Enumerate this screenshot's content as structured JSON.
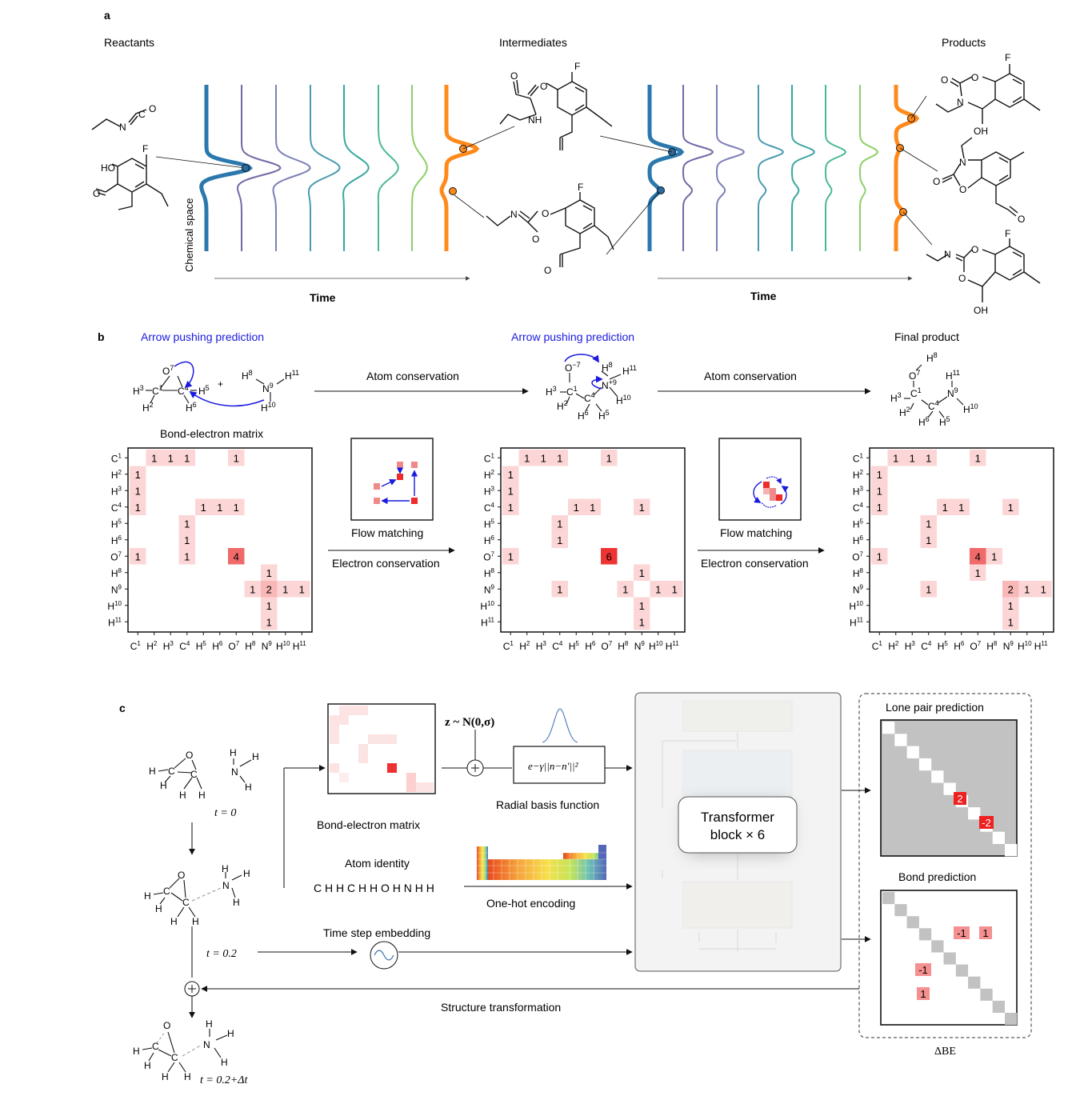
{
  "panel_a": {
    "label": "a",
    "reactants": "Reactants",
    "intermediates": "Intermediates",
    "products": "Products",
    "chemical_space": "Chemical space",
    "time_left": "Time",
    "time_right": "Time",
    "atoms": {
      "F": "F",
      "HO": "HO",
      "O": "O",
      "N": "N",
      "C": "C",
      "NH": "NH",
      "OH": "OH"
    }
  },
  "panel_b": {
    "label": "b",
    "arrow_pushing_left": "Arrow pushing prediction",
    "arrow_pushing_right": "Arrow pushing prediction",
    "final_product": "Final product",
    "atom_conservation_1": "Atom conservation",
    "atom_conservation_2": "Atom conservation",
    "bond_electron_matrix": "Bond-electron matrix",
    "flow_matching_1": "Flow matching",
    "flow_matching_2": "Flow matching",
    "electron_conservation_1": "Electron conservation",
    "electron_conservation_2": "Electron conservation",
    "plus": "+",
    "atom_labels": [
      "C1",
      "H2",
      "H3",
      "C4",
      "H5",
      "H6",
      "O7",
      "H8",
      "N9",
      "H10",
      "H11"
    ],
    "matrices": [
      {
        "cells": [
          [
            0,
            1,
            1
          ],
          [
            0,
            2,
            1
          ],
          [
            0,
            3,
            1
          ],
          [
            0,
            6,
            1
          ],
          [
            1,
            0,
            1
          ],
          [
            2,
            0,
            1
          ],
          [
            3,
            0,
            1
          ],
          [
            3,
            4,
            1
          ],
          [
            3,
            5,
            1
          ],
          [
            3,
            6,
            1
          ],
          [
            4,
            3,
            1
          ],
          [
            5,
            3,
            1
          ],
          [
            6,
            0,
            1
          ],
          [
            6,
            3,
            1
          ],
          [
            6,
            6,
            4
          ],
          [
            7,
            8,
            1
          ],
          [
            8,
            7,
            1
          ],
          [
            8,
            8,
            2
          ],
          [
            8,
            9,
            1
          ],
          [
            8,
            10,
            1
          ],
          [
            9,
            8,
            1
          ],
          [
            10,
            8,
            1
          ]
        ]
      },
      {
        "cells": [
          [
            0,
            1,
            1
          ],
          [
            0,
            2,
            1
          ],
          [
            0,
            3,
            1
          ],
          [
            0,
            6,
            1
          ],
          [
            1,
            0,
            1
          ],
          [
            2,
            0,
            1
          ],
          [
            3,
            0,
            1
          ],
          [
            3,
            4,
            1
          ],
          [
            3,
            5,
            1
          ],
          [
            3,
            8,
            1
          ],
          [
            4,
            3,
            1
          ],
          [
            5,
            3,
            1
          ],
          [
            6,
            0,
            1
          ],
          [
            6,
            6,
            6
          ],
          [
            7,
            8,
            1
          ],
          [
            8,
            3,
            1
          ],
          [
            8,
            7,
            1
          ],
          [
            8,
            9,
            1
          ],
          [
            8,
            10,
            1
          ],
          [
            9,
            8,
            1
          ],
          [
            10,
            8,
            1
          ]
        ]
      },
      {
        "cells": [
          [
            0,
            1,
            1
          ],
          [
            0,
            2,
            1
          ],
          [
            0,
            3,
            1
          ],
          [
            0,
            6,
            1
          ],
          [
            1,
            0,
            1
          ],
          [
            2,
            0,
            1
          ],
          [
            3,
            0,
            1
          ],
          [
            3,
            4,
            1
          ],
          [
            3,
            5,
            1
          ],
          [
            3,
            8,
            1
          ],
          [
            4,
            3,
            1
          ],
          [
            5,
            3,
            1
          ],
          [
            6,
            0,
            1
          ],
          [
            6,
            6,
            4
          ],
          [
            6,
            7,
            1
          ],
          [
            7,
            6,
            1
          ],
          [
            8,
            3,
            1
          ],
          [
            8,
            8,
            2
          ],
          [
            8,
            9,
            1
          ],
          [
            8,
            10,
            1
          ],
          [
            9,
            8,
            1
          ],
          [
            10,
            8,
            1
          ]
        ]
      }
    ]
  },
  "panel_c": {
    "label": "c",
    "t0": "t = 0",
    "t02": "t = 0.2",
    "t02dt": "t = 0.2+Δt",
    "bond_electron_matrix": "Bond-electron matrix",
    "noise": "z ~ N(0,σ)",
    "rbf_formula": "e−γ||n−n′||²",
    "radial_basis_function": "Radial basis function",
    "atom_identity": "Atom identity",
    "atom_sequence": "C H H C H H O H N H H",
    "one_hot_encoding": "One-hot encoding",
    "time_step_embedding": "Time step embedding",
    "transformer_line1": "Transformer",
    "transformer_line2": "block × 6",
    "lone_pair_prediction": "Lone pair prediction",
    "bond_prediction": "Bond prediction",
    "structure_transformation": "Structure transformation",
    "delta_be": "ΔBE",
    "lone_pair_values": [
      "2",
      "-2"
    ],
    "bond_values": [
      "-1",
      "1",
      "-1",
      "1"
    ]
  },
  "colors": {
    "viridis": [
      "#2a78ad",
      "#6f6aa6",
      "#7c7fb6",
      "#4a9bb0",
      "#3aa6a0",
      "#4cb991",
      "#8ccf67",
      "#b8dd55"
    ],
    "orange": "#ff8a1c",
    "arrow_blue": "#1a1adf",
    "cell_light": "#fcd6d6",
    "cell_mid": "#f06a6a",
    "cell_strong": "#ee3333"
  }
}
